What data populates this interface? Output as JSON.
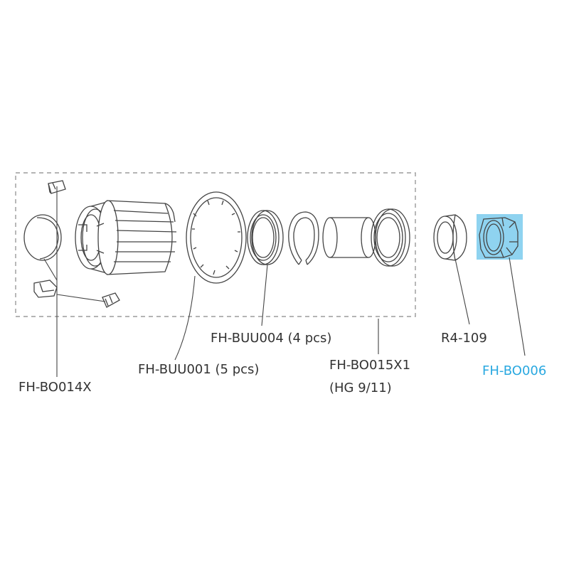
{
  "highlight_color": "#29a8e0",
  "highlight_fill": "#8fd3f0",
  "line_color": "#444444",
  "labels": {
    "pawls": "FH-BO014X",
    "springs": "FH-BUU001 (5 pcs)",
    "bearings": "FH-BUU004 (4 pcs)",
    "body_line1": "FH-BO015X1",
    "body_line2": "(HG 9/11)",
    "end_cap": "R4-109",
    "lock_ring": "FH-BO006"
  }
}
